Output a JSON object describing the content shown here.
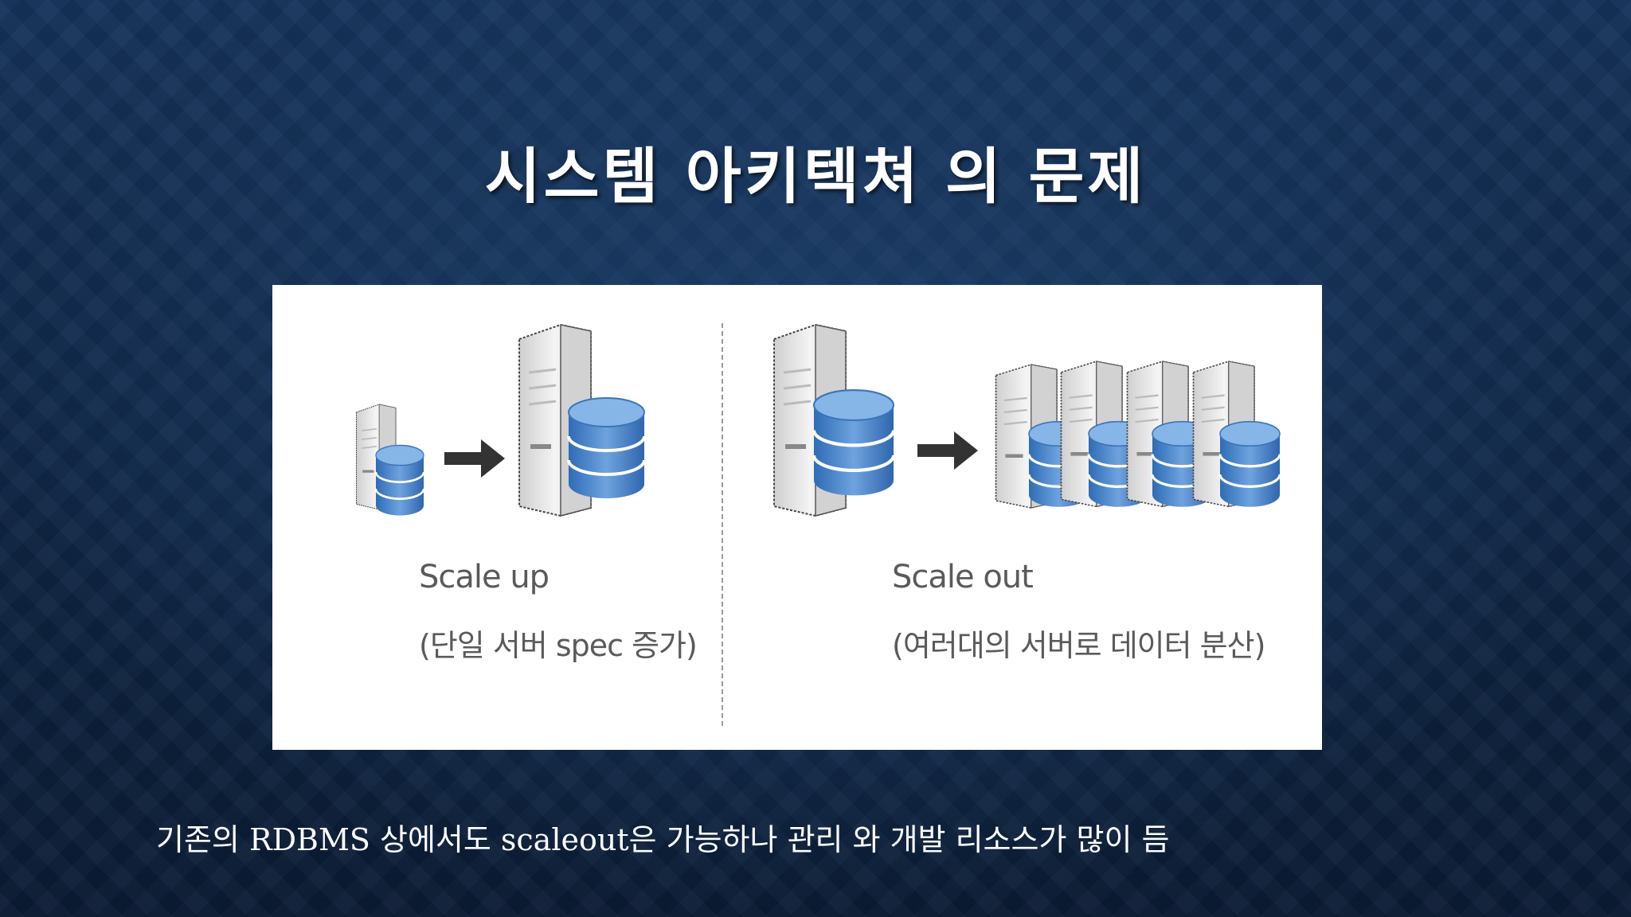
{
  "slide": {
    "title": "시스템 아키텍쳐 의 문제",
    "figure": {
      "left": {
        "label": "Scale up",
        "sublabel": "(단일 서버 spec 증가)"
      },
      "right": {
        "label": "Scale out",
        "sublabel": "(여러대의 서버로 데이터 분산)"
      }
    },
    "bottom_text": "기존의 RDBMS 상에서도 scaleout은 가능하나 관리 와 개발 리소스가 많이 듬"
  },
  "colors": {
    "background": "#0f2747",
    "figure_background": "#ffffff",
    "database_blue": "#4a86c8",
    "server_gray": "#e4e4e4"
  }
}
